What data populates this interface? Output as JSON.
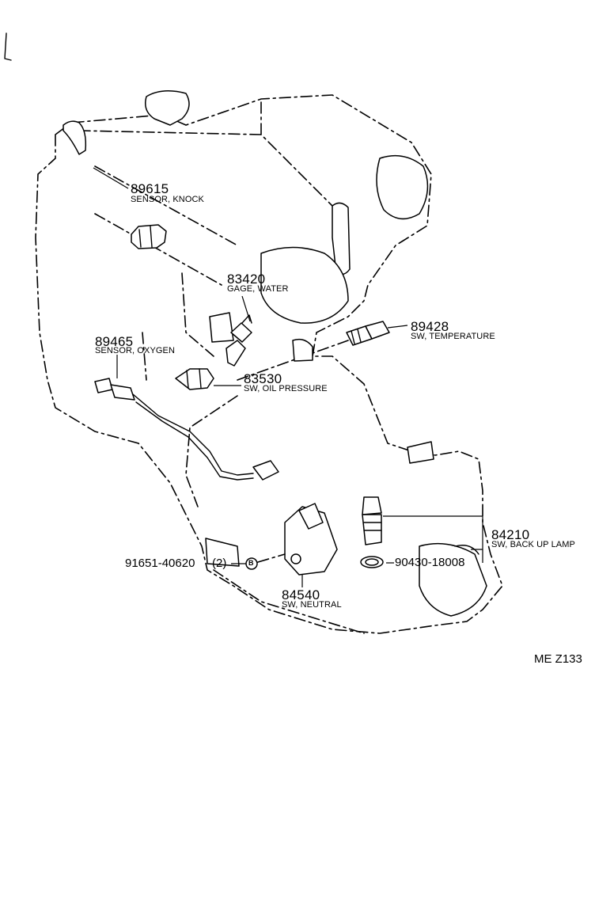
{
  "drawing_code": "ME Z133",
  "parts": {
    "p89615": {
      "number": "89615",
      "name": "SENSOR, KNOCK"
    },
    "p83420": {
      "number": "83420",
      "name": "GAGE, WATER"
    },
    "p89428": {
      "number": "89428",
      "name": "SW, TEMPERATURE"
    },
    "p89465": {
      "number": "89465",
      "name": "SENSOR, OXYGEN"
    },
    "p83530": {
      "number": "83530",
      "name": "SW, OIL PRESSURE"
    },
    "p84210": {
      "number": "84210",
      "name": "SW, BACK UP LAMP"
    },
    "p90430": {
      "number": "90430-18008"
    },
    "p91651": {
      "number": "91651-40620",
      "qty": "(2)",
      "marker": "B"
    },
    "p84540": {
      "number": "84540",
      "name": "SW, NEUTRAL"
    }
  }
}
